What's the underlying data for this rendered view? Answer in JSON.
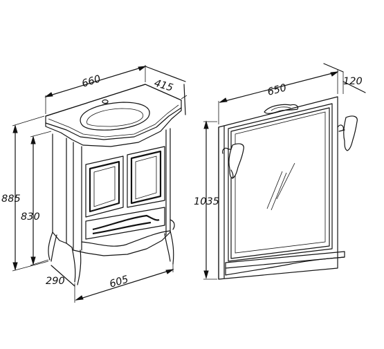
{
  "vanity": {
    "width": "660",
    "depth": "415",
    "height": "885",
    "cabinet_height": "830",
    "leg_depth": "290",
    "base_width": "605"
  },
  "mirror": {
    "width": "650",
    "depth": "120",
    "height": "1035"
  },
  "colors": {
    "line": "#111111",
    "background": "#ffffff"
  }
}
